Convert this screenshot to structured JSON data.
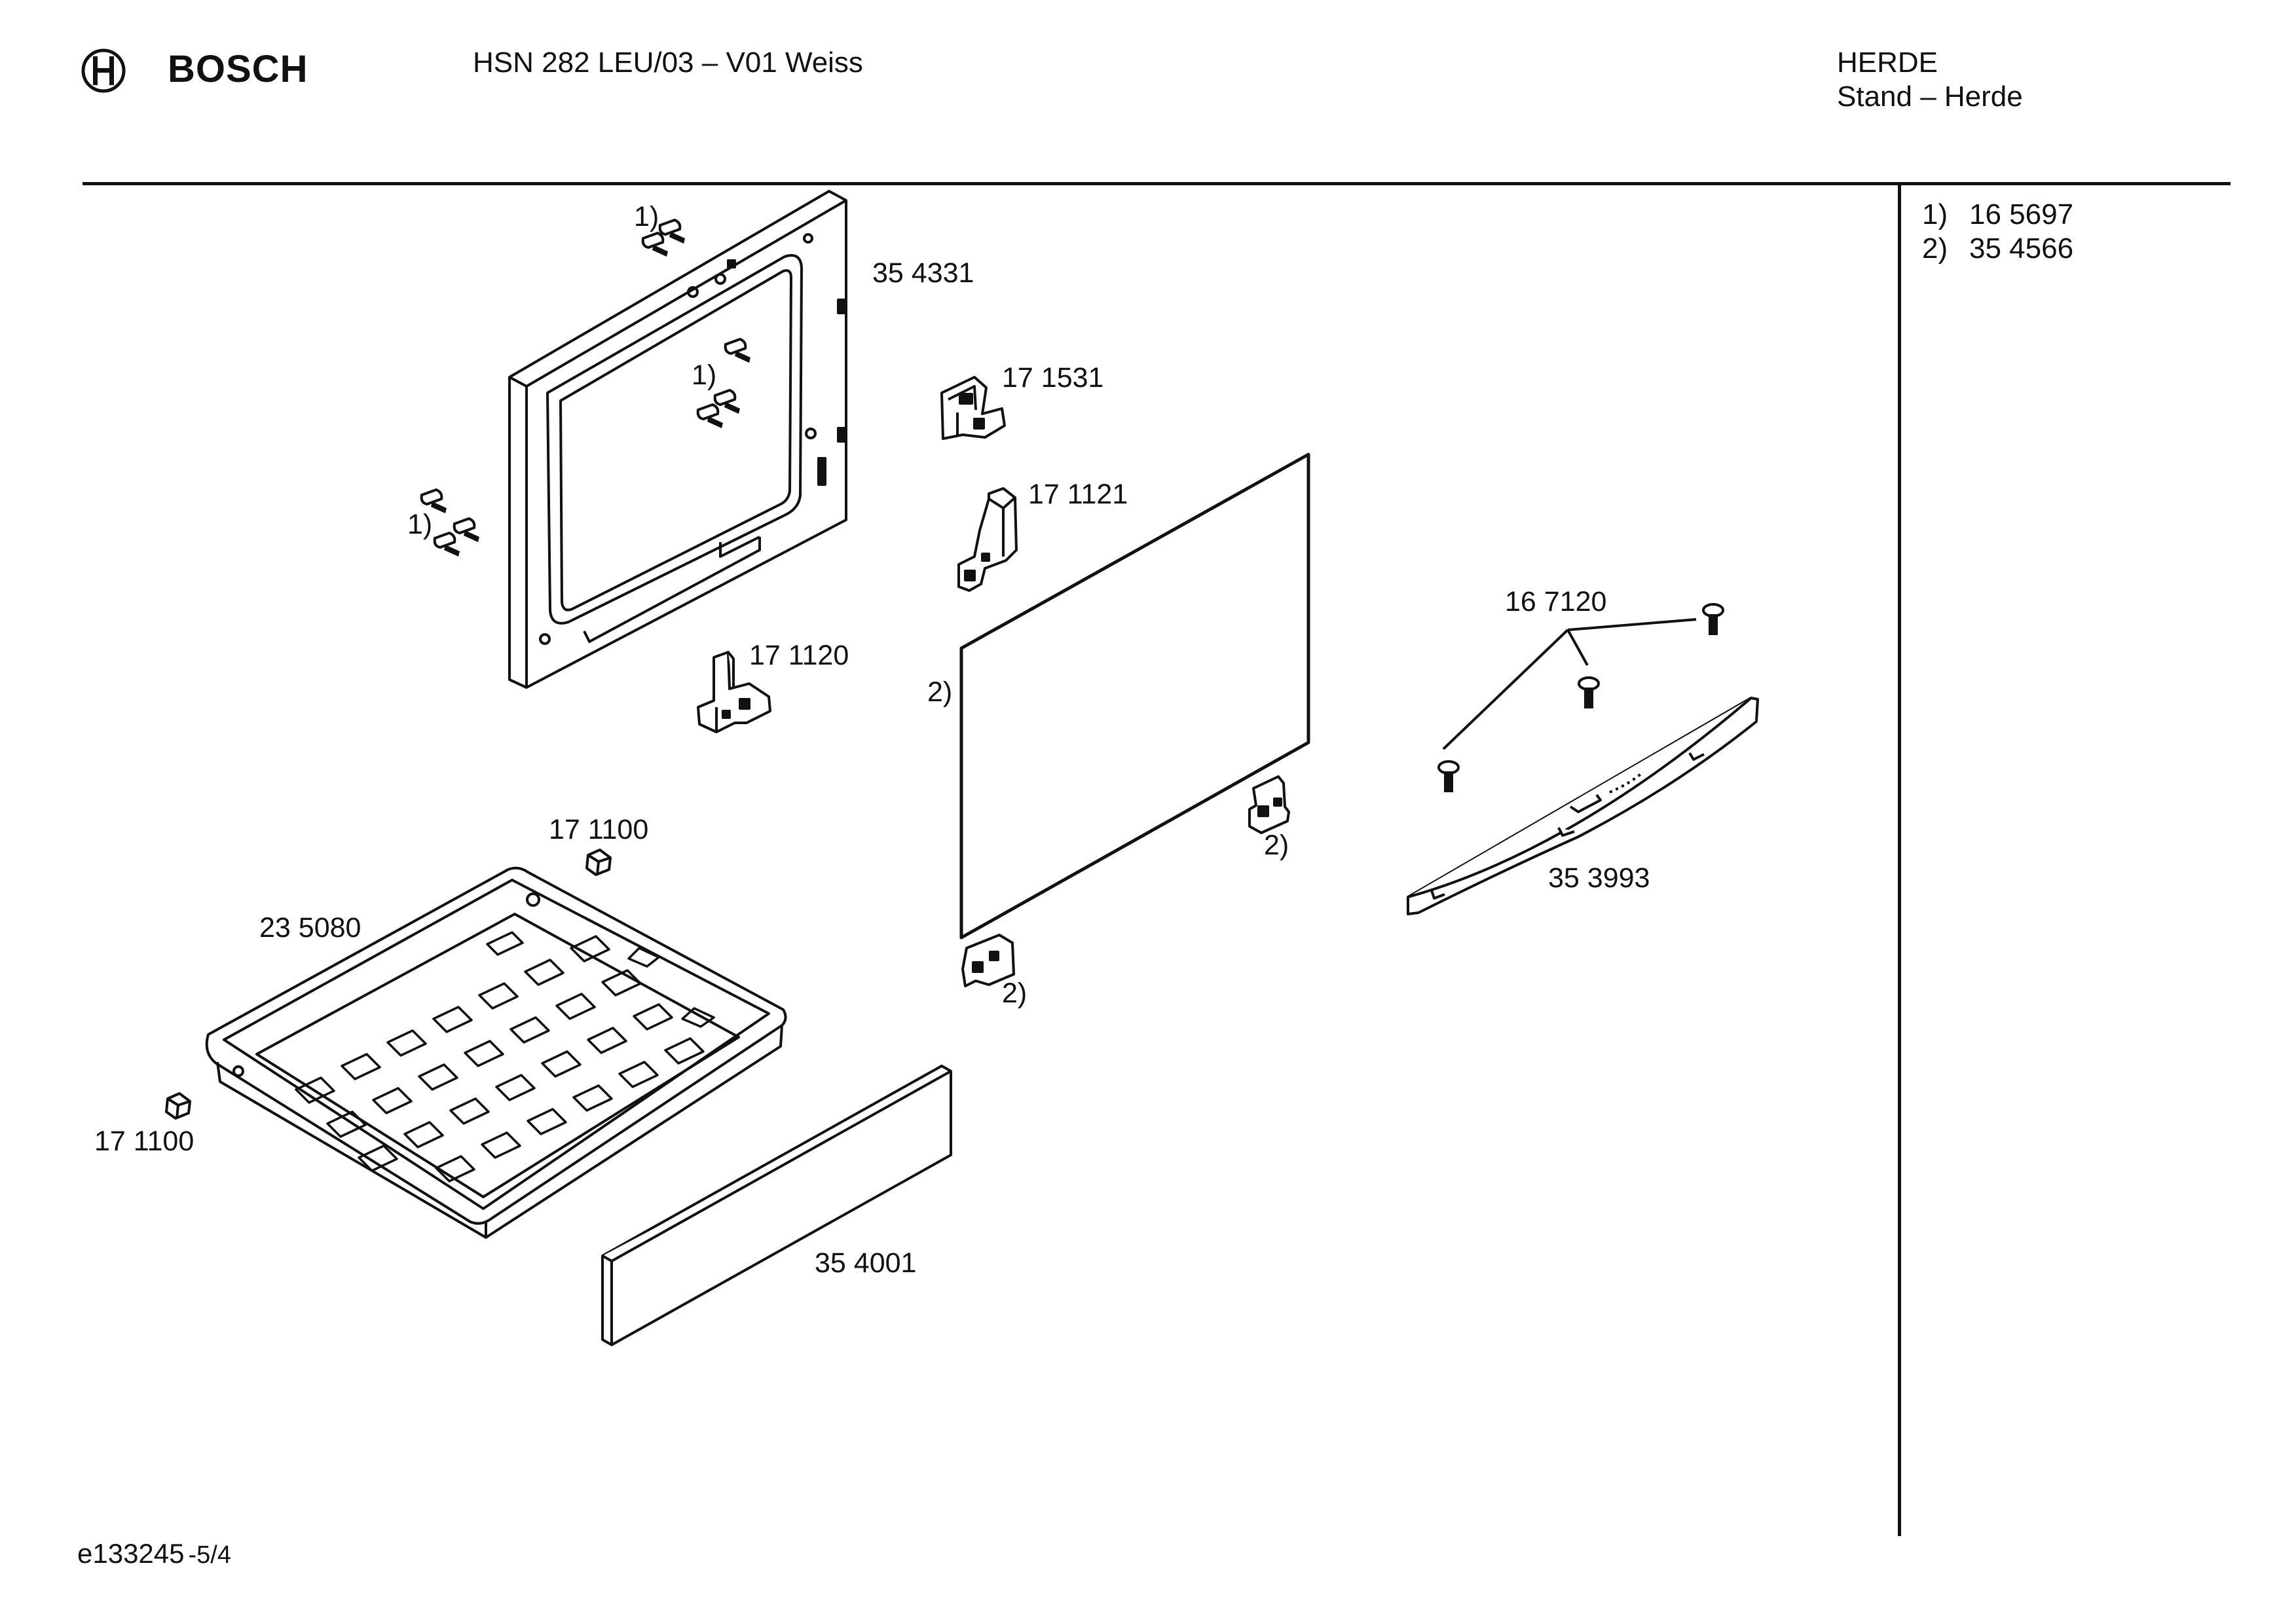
{
  "header": {
    "brand": "BOSCH",
    "model": "HSN 282 LEU/03 – V01 Weiss",
    "category": "HERDE",
    "subcategory": "Stand – Herde"
  },
  "legend": [
    {
      "key": "1)",
      "part": "16 5697"
    },
    {
      "key": "2)",
      "part": "35 4566"
    }
  ],
  "callouts": {
    "frame": "35 4331",
    "screws_top": "1)",
    "screws_mid": "1)",
    "screws_left": "1)",
    "hinge_top": "17 1531",
    "hinge_right": "17 1121",
    "hinge_left": "17 1120",
    "glass_note": "2)",
    "clip_right_note": "2)",
    "clip_bottom_note": "2)",
    "handle_screws": "16 7120",
    "handle": "35 3993",
    "foot_top": "17 1100",
    "tray": "23 5080",
    "foot_left": "17 1100",
    "panel": "35 4001"
  },
  "footer": {
    "drawing_id": "e133245",
    "page": "-5/4"
  },
  "icons": {
    "brand_logo": "bosch-armature-icon",
    "screw": "screw-icon",
    "hinge": "hinge-icon",
    "clip": "clip-icon",
    "foot": "foot-icon"
  }
}
